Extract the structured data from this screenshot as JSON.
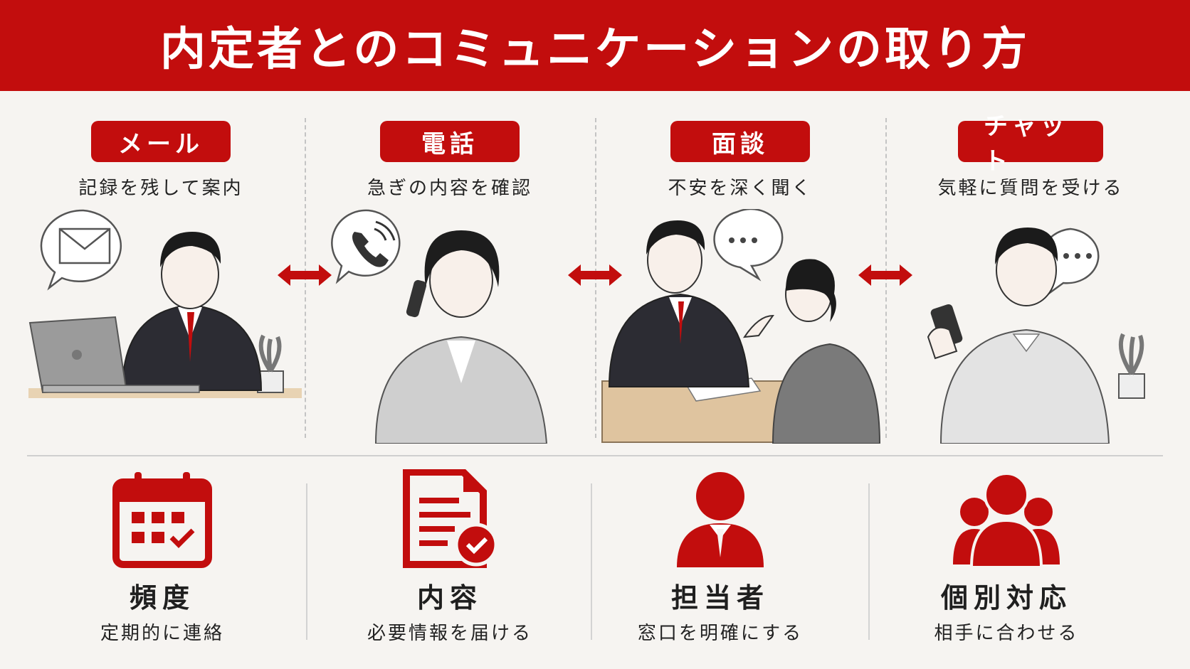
{
  "title": "内定者とのコミュニケーションの取り方",
  "colors": {
    "accent": "#c20d0d",
    "background": "#f6f4f1"
  },
  "methods": [
    {
      "label": "メール",
      "description": "記録を残して案内",
      "icon": "mail-icon"
    },
    {
      "label": "電話",
      "description": "急ぎの内容を確認",
      "icon": "phone-icon"
    },
    {
      "label": "面談",
      "description": "不安を深く聞く",
      "icon": "chat-bubble-icon"
    },
    {
      "label": "チャット",
      "description": "気軽に質問を受ける",
      "icon": "chat-bubble-icon"
    }
  ],
  "points": [
    {
      "label": "頻度",
      "description": "定期的に連絡",
      "icon": "calendar-check-icon"
    },
    {
      "label": "内容",
      "description": "必要情報を届ける",
      "icon": "document-check-icon"
    },
    {
      "label": "担当者",
      "description": "窓口を明確にする",
      "icon": "person-icon"
    },
    {
      "label": "個別対応",
      "description": "相手に合わせる",
      "icon": "group-icon"
    }
  ]
}
